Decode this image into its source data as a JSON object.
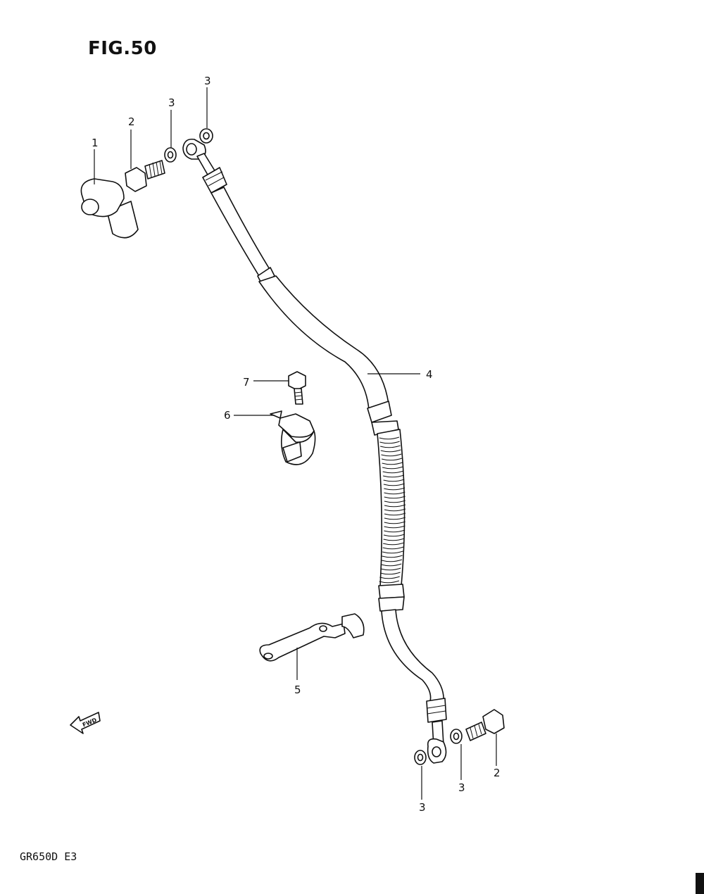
{
  "figure": {
    "title": "FIG.50",
    "model": "GR650D E3"
  },
  "fwd_mark": {
    "text": "FWD",
    "icon": "fwd-arrow-icon"
  },
  "callouts": [
    {
      "id": "c1",
      "label": "1"
    },
    {
      "id": "c2a",
      "label": "2"
    },
    {
      "id": "c3a",
      "label": "3"
    },
    {
      "id": "c3b",
      "label": "3"
    },
    {
      "id": "c4",
      "label": "4"
    },
    {
      "id": "c5",
      "label": "5"
    },
    {
      "id": "c6",
      "label": "6"
    },
    {
      "id": "c7",
      "label": "7"
    },
    {
      "id": "c3c",
      "label": "3"
    },
    {
      "id": "c3d",
      "label": "3"
    },
    {
      "id": "c2b",
      "label": "2"
    }
  ]
}
